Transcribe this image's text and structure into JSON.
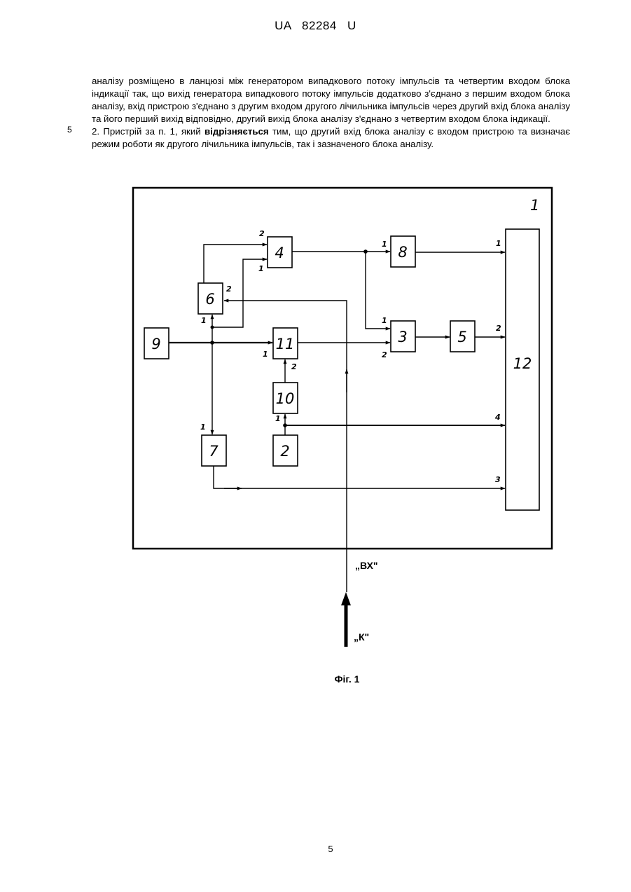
{
  "header": {
    "patent_id": "UA   82284   U"
  },
  "body_text": {
    "line_number": "5",
    "paragraph_1": "аналізу розміщено в ланцюзі між генератором випадкового потоку імпульсів та четвертим входом блока індикації так, що вихід генератора випадкового потоку імпульсів додатково з'єднано з першим входом блока аналізу, вхід пристрою з'єднано з другим входом другого лічильника імпульсів через другий вхід блока аналізу та його перший вихід відповідно, другий вихід блока аналізу з'єднано з четвертим входом блока індикації.",
    "paragraph_2_start": "2. Пристрій за п. 1, який ",
    "paragraph_2_bold": "відрізняється",
    "paragraph_2_end": " тим, що другий вхід блока аналізу є входом пристрою та визначає режим роботи як другого лічильника імпульсів, так і зазначеного блока аналізу."
  },
  "figure": {
    "frame_label": "1",
    "blocks": {
      "b2": "2",
      "b3": "3",
      "b4": "4",
      "b5": "5",
      "b6": "6",
      "b7": "7",
      "b8": "8",
      "b9": "9",
      "b10": "10",
      "b11": "11",
      "b12": "12"
    },
    "ports": {
      "b4_in2": "2",
      "b4_in1": "1",
      "b6_in2": "2",
      "b6_in1": "1",
      "b8_in1": "1",
      "b3_in1": "1",
      "b3_in2": "2",
      "b11_in1": "1",
      "b11_in2": "2",
      "b10_in1": "1",
      "b7_in1": "1",
      "b12_in1": "1",
      "b12_in2": "2",
      "b12_in4": "4",
      "b12_in3": "3"
    },
    "input_vx": "„ВХ\"",
    "input_k": "„К\""
  },
  "caption": "Фіг. 1",
  "page_number": "5"
}
